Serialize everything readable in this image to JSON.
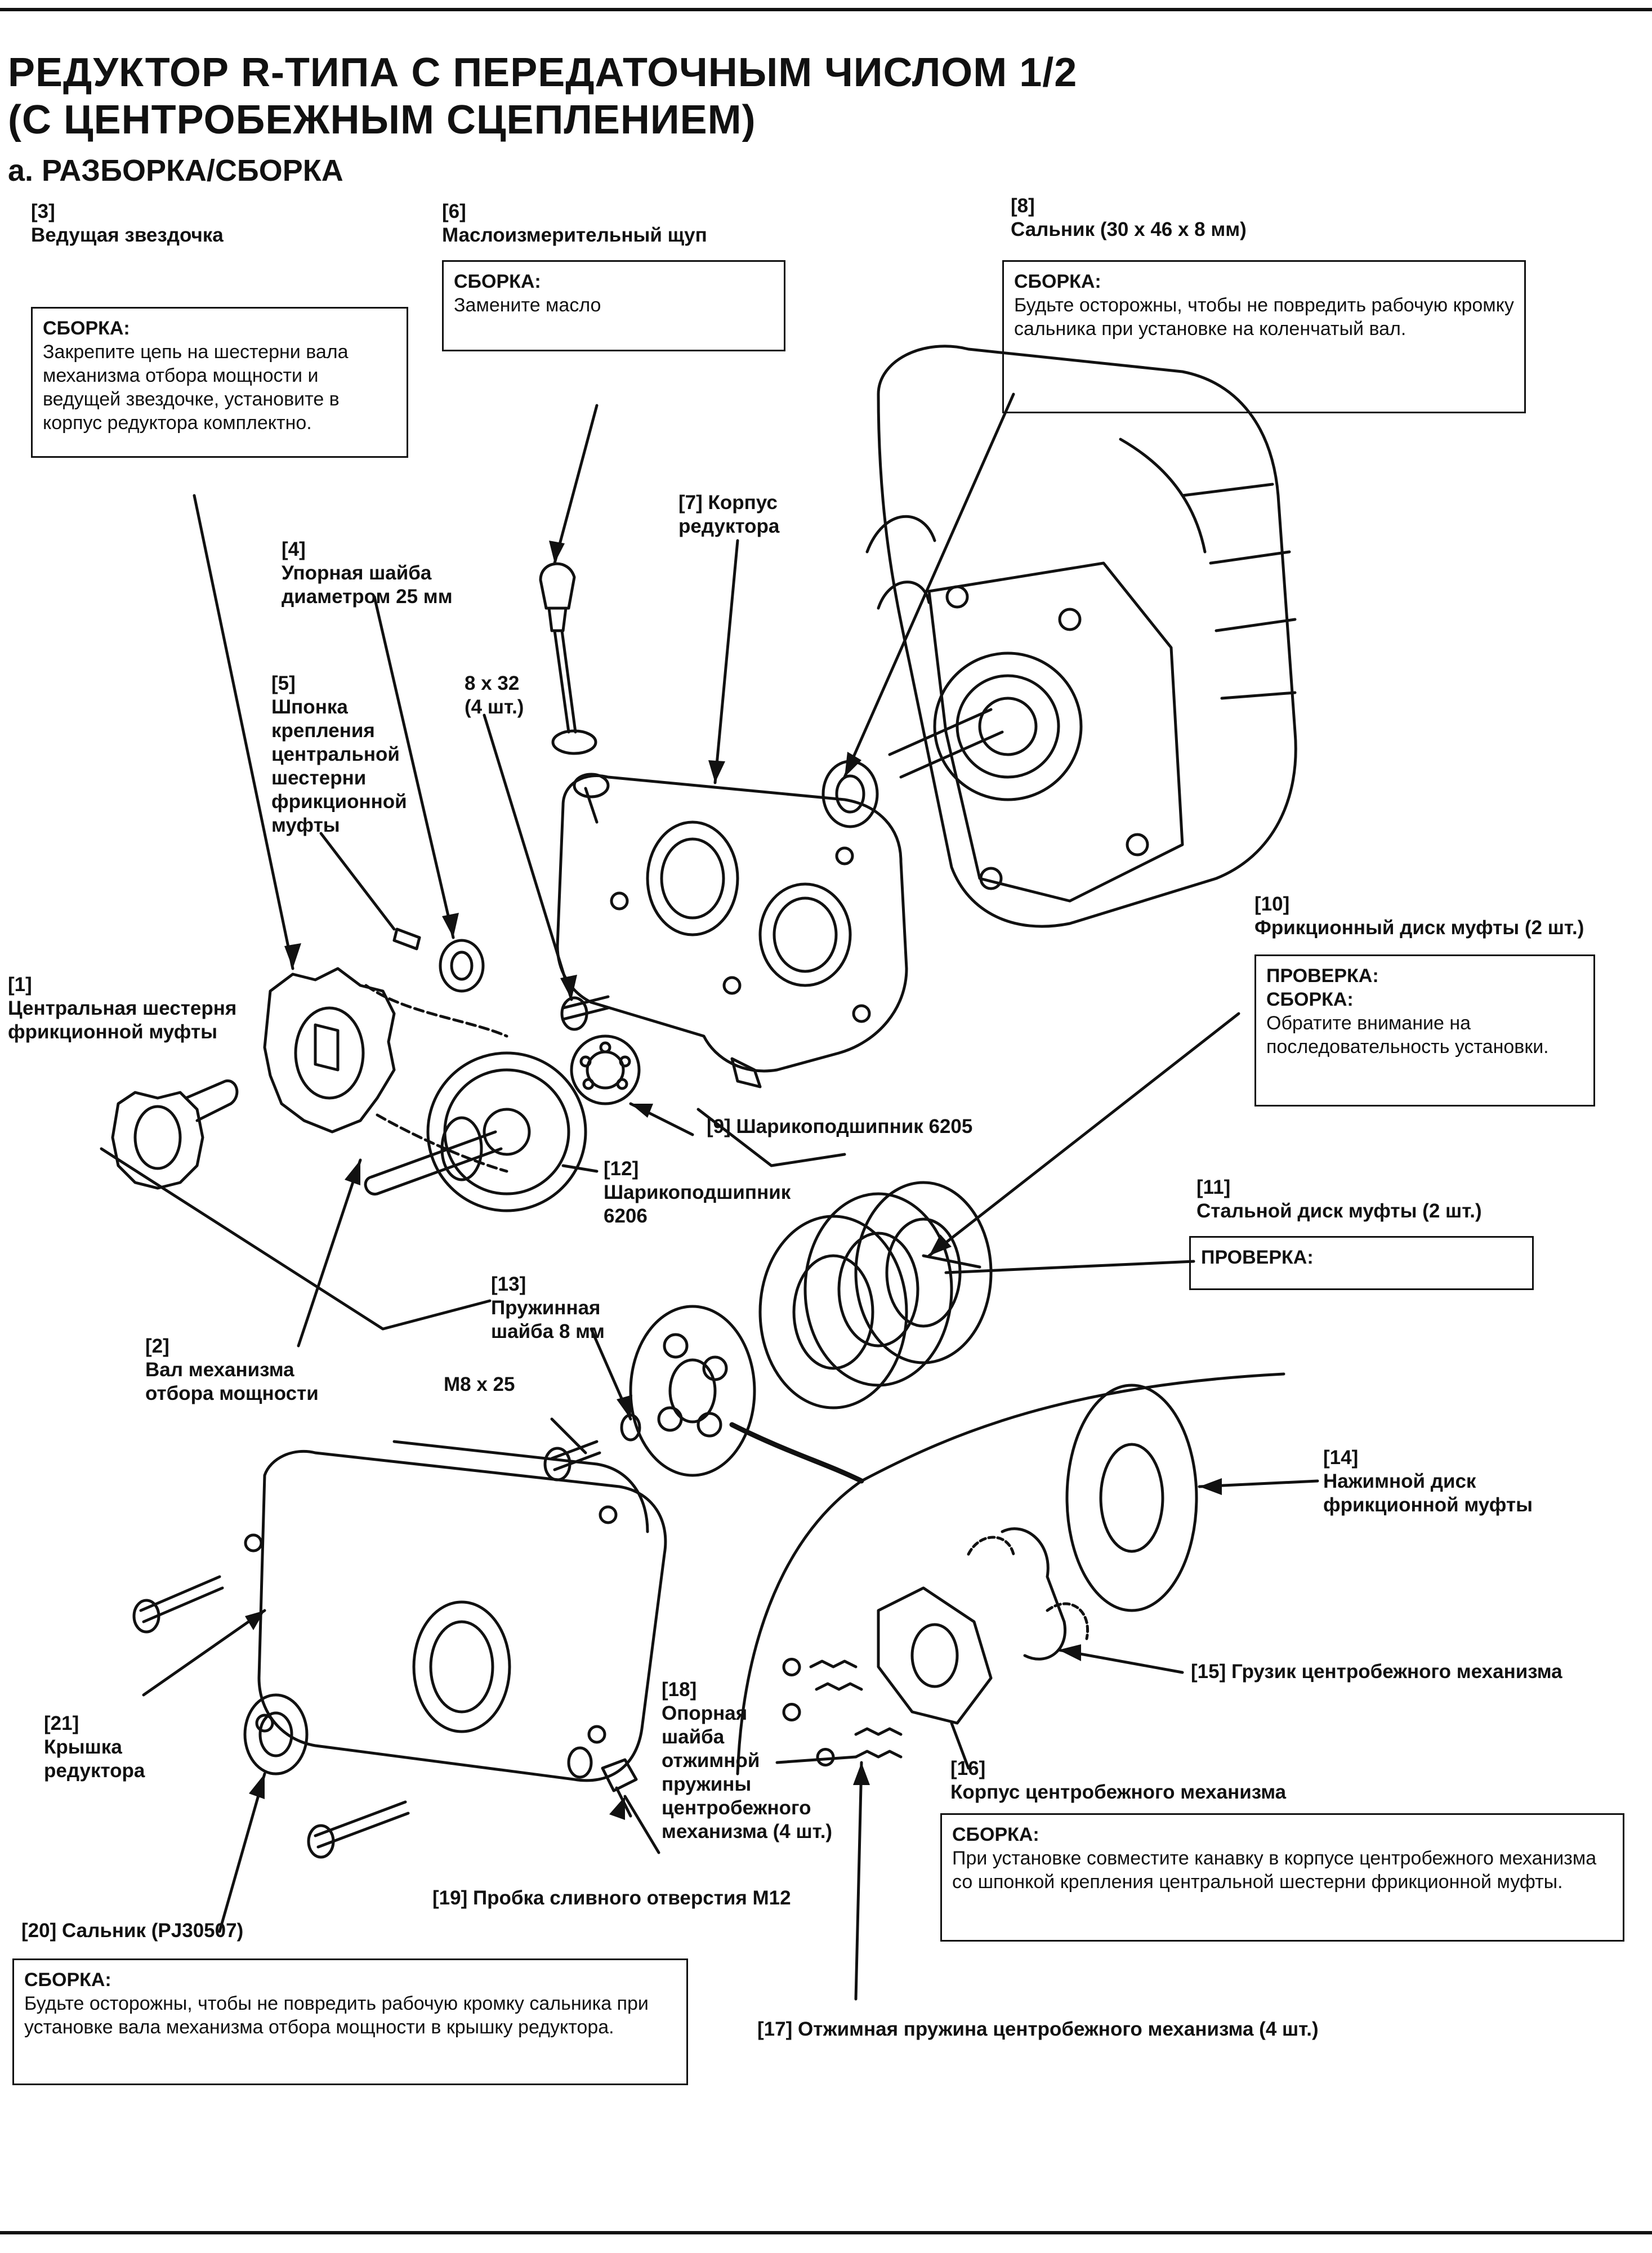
{
  "header": {
    "title_line1": "РЕДУКТОР R-ТИПА С ПЕРЕДАТОЧНЫМ ЧИСЛОМ 1/2",
    "title_line2": "(С ЦЕНТРОБЕЖНЫМ СЦЕПЛЕНИЕМ)",
    "section": "а. РАЗБОРКА/СБОРКА"
  },
  "labels": {
    "p3": "[3]\nВедущая звездочка",
    "p6": "[6]\nМаслоизмерительный щуп",
    "p8": "[8]\nСальник (30 x 46 x 8 мм)",
    "p7": "[7] Корпус\n      редуктора",
    "p4": "[4]\nУпорная шайба\nдиаметром 25 мм",
    "p5": "[5]\nШпонка\nкрепления\nцентральной\nшестерни\nфрикционной\nмуфты",
    "bolt832": "8 x 32\n(4 шт.)",
    "p10": "[10]\nФрикционный диск муфты (2 шт.)",
    "p1": "[1]\nЦентральная шестерня\nфрикционной муфты",
    "p9": "[9] Шарикоподшипник 6205",
    "p12": "[12]\nШарикоподшипник\n6206",
    "p11": "[11]\nСтальной диск муфты (2 шт.)",
    "p13": "[13]\nПружинная\nшайба 8 мм",
    "p2": "[2]\nВал механизма\nотбора мощности",
    "boltm825": "M8 x 25",
    "p14": "[14]\nНажимной диск\nфрикционной муфты",
    "p15": "[15] Грузик центробежного механизма",
    "p21": "[21]\nКрышка\nредуктора",
    "p18": "[18]\nОпорная\nшайба\nотжимной\nпружины\nцентробежного\nмеханизма (4 шт.)",
    "p16": "[16]\nКорпус центробежного механизма",
    "p19": "[19] Пробка сливного отверстия M12",
    "p20": "[20] Сальник (PJ30507)",
    "p17": "[17] Отжимная пружина центробежного механизма (4 шт.)"
  },
  "boxes": {
    "b3": {
      "head": "СБОРКА:",
      "text": "Закрепите цепь на шестерни вала механизма отбора мощности и ведущей звездочке, установите в корпус редуктора комплектно."
    },
    "b6": {
      "head": "СБОРКА:",
      "text": "Замените масло"
    },
    "b8": {
      "head": "СБОРКА:",
      "text": "Будьте осторожны, чтобы не повредить рабочую кромку сальника при установке на коленчатый вал."
    },
    "b10": {
      "head": "ПРОВЕРКА:\nСБОРКА:",
      "text": "Обратите внимание на последовательность установки."
    },
    "b11": {
      "head": "ПРОВЕРКА:",
      "text": ""
    },
    "b16": {
      "head": "СБОРКА:",
      "text": "При установке совместите канавку в корпусе центробежного механизма со шпонкой крепления центральной шестерни фрикционной муфты."
    },
    "b20": {
      "head": "СБОРКА:",
      "text": "Будьте осторожны, чтобы не повредить рабочую кромку сальника при установке вала механизма отбора мощности в крышку редуктора."
    }
  }
}
